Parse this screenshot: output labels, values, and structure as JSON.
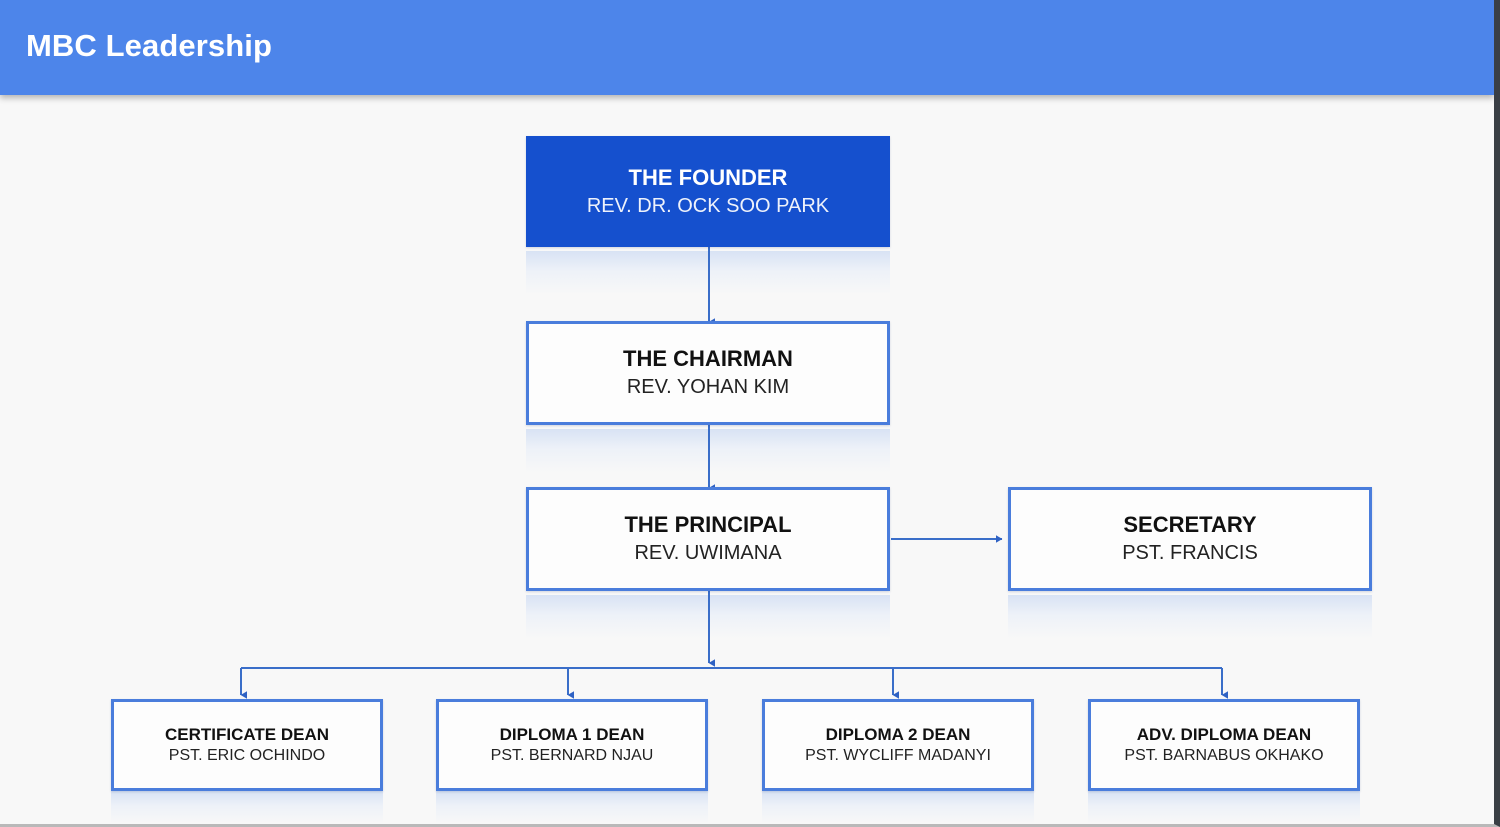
{
  "header": {
    "title": "MBC Leadership",
    "background_color": "#4d85ea",
    "text_color": "#ffffff"
  },
  "theme": {
    "canvas_background": "#f8f8f8",
    "node_border_color": "#4a7ddc",
    "node_fill_color": "#fdfdfd",
    "root_fill_color": "#1550ce",
    "connector_color": "#3a6ec9",
    "title_text_color": "#111111"
  },
  "org_chart": {
    "nodes": [
      {
        "id": "founder",
        "title": "THE FOUNDER",
        "person": "REV. DR. OCK SOO PARK",
        "level": 1,
        "highlighted": true
      },
      {
        "id": "chairman",
        "title": "THE CHAIRMAN",
        "person": "REV. YOHAN KIM",
        "level": 2,
        "highlighted": false
      },
      {
        "id": "principal",
        "title": "THE PRINCIPAL",
        "person": "REV. UWIMANA",
        "level": 3,
        "highlighted": false
      },
      {
        "id": "secretary",
        "title": "SECRETARY",
        "person": "PST. FRANCIS",
        "level": 3,
        "highlighted": false
      },
      {
        "id": "certificate-dean",
        "title": "CERTIFICATE DEAN",
        "person": "PST. ERIC OCHINDO",
        "level": 4,
        "highlighted": false
      },
      {
        "id": "diploma-1-dean",
        "title": "DIPLOMA 1 DEAN",
        "person": "PST. BERNARD NJAU",
        "level": 4,
        "highlighted": false
      },
      {
        "id": "diploma-2-dean",
        "title": "DIPLOMA 2 DEAN",
        "person": "PST. WYCLIFF MADANYI",
        "level": 4,
        "highlighted": false
      },
      {
        "id": "adv-diploma-dean",
        "title": "ADV. DIPLOMA DEAN",
        "person": "PST. BARNABUS OKHAKO",
        "level": 4,
        "highlighted": false
      }
    ],
    "edges": [
      {
        "from": "founder",
        "to": "chairman",
        "style": "vertical-arrow"
      },
      {
        "from": "chairman",
        "to": "principal",
        "style": "vertical-arrow"
      },
      {
        "from": "principal",
        "to": "secretary",
        "style": "horizontal-arrow"
      },
      {
        "from": "principal",
        "to": "certificate-dean",
        "style": "bus-arrow"
      },
      {
        "from": "principal",
        "to": "diploma-1-dean",
        "style": "bus-arrow"
      },
      {
        "from": "principal",
        "to": "diploma-2-dean",
        "style": "bus-arrow"
      },
      {
        "from": "principal",
        "to": "adv-diploma-dean",
        "style": "bus-arrow"
      }
    ]
  }
}
